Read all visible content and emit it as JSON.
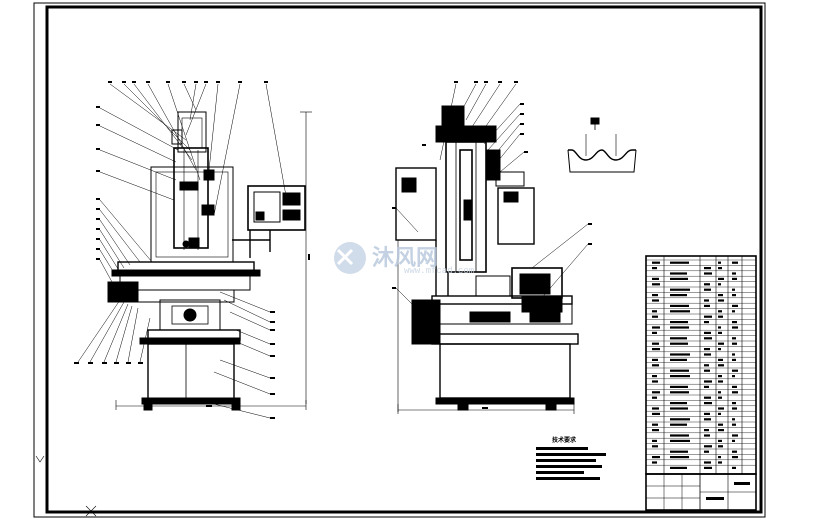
{
  "drawing": {
    "technical_requirements_heading": "技术要求"
  },
  "watermark": {
    "brand": "沐风网",
    "url": "www.mfcad.com"
  },
  "colors": {
    "line": "#000000",
    "watermark": "#b9c9de",
    "paper": "#ffffff"
  }
}
